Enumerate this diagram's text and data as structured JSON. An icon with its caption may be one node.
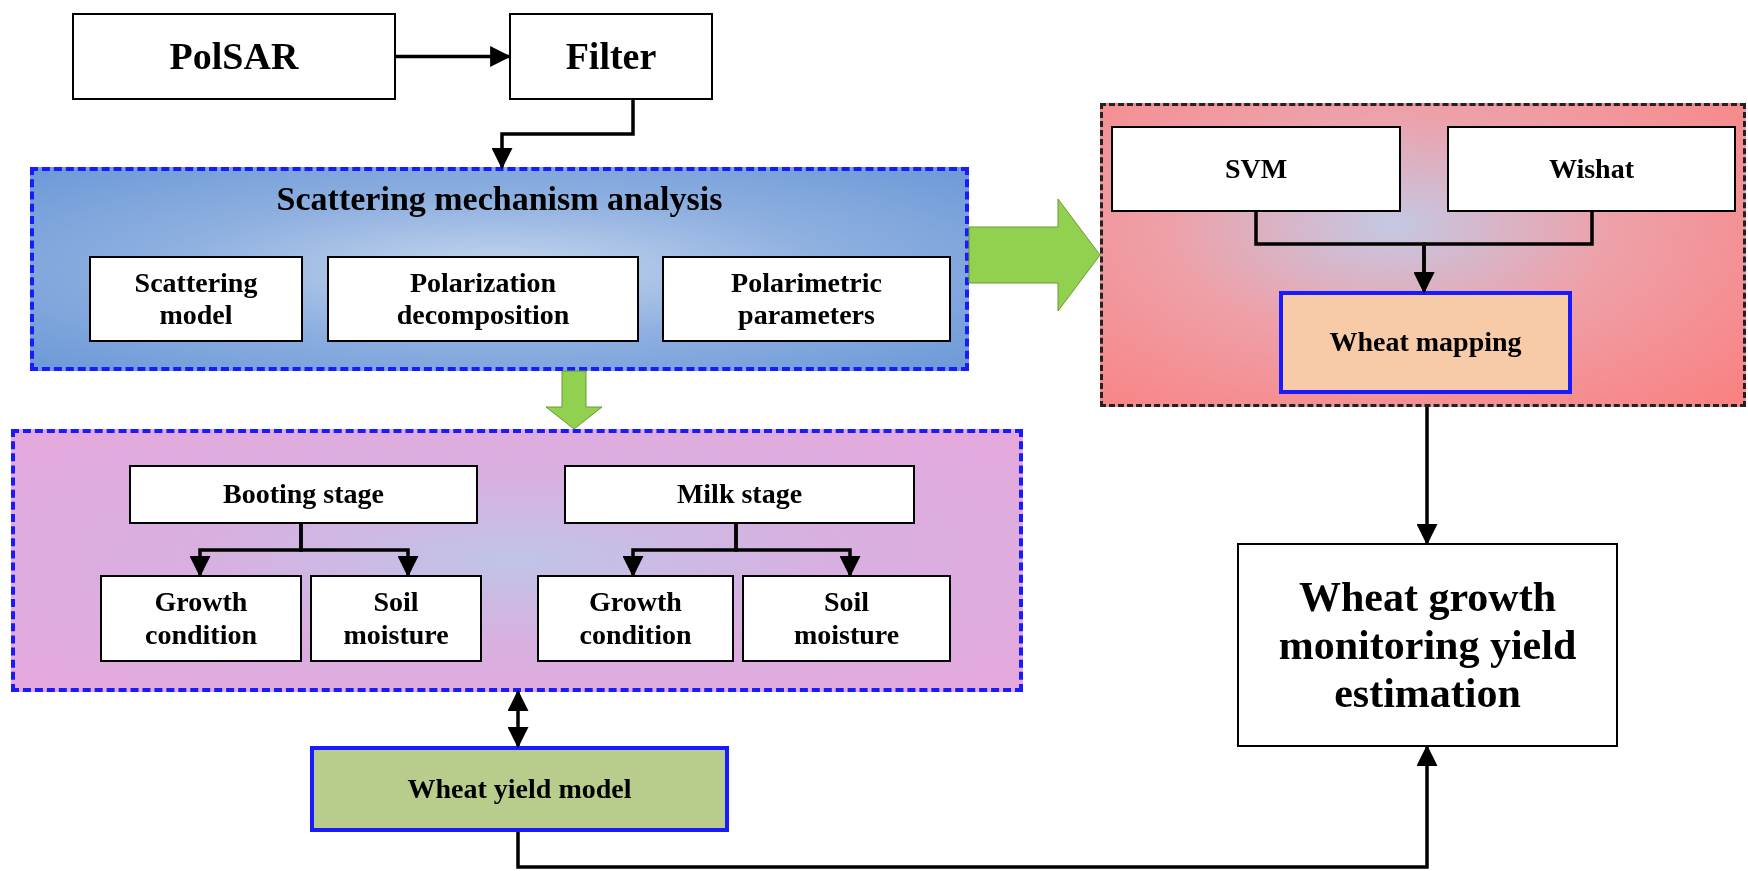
{
  "diagram": {
    "nodes": [
      {
        "text": [
          "PolSAR"
        ]
      },
      {
        "text": [
          "Filter"
        ]
      },
      {
        "text": [
          "Scattering mechanism analysis"
        ]
      },
      {
        "text": [
          "Scattering model"
        ],
        "in": 2
      },
      {
        "text": [
          "Polarization decomposition"
        ],
        "in": 2
      },
      {
        "text": [
          "Polarimetric parameters"
        ],
        "in": 2
      },
      {
        "text": [],
        "shape": "box"
      },
      {
        "text": [
          "SVM"
        ],
        "in": 6
      },
      {
        "text": [
          "Wishat"
        ],
        "in": 6
      },
      {
        "text": [
          "Wheat mapping"
        ],
        "in": 6
      },
      {
        "text": [],
        "shape": "box"
      },
      {
        "text": [
          "Booting stage"
        ],
        "in": 10
      },
      {
        "text": [
          "Growth condition"
        ],
        "in": 10
      },
      {
        "text": [
          "Soil moisture"
        ],
        "in": 10
      },
      {
        "text": [
          "Milk stage"
        ],
        "in": 10
      },
      {
        "text": [
          "Growth condition"
        ],
        "in": 10
      },
      {
        "text": [
          "Soil moisture"
        ],
        "in": 10
      },
      {
        "text": [
          "Wheat yield model"
        ]
      },
      {
        "text": [
          "Wheat growth monitoring yield estimation"
        ]
      }
    ],
    "edges": [
      {
        "from": 0,
        "to": 1,
        "arrow": "to"
      },
      {
        "from": 1,
        "to": 2,
        "arrow": "to"
      },
      {
        "from": 2,
        "to": 10,
        "arrow": "to",
        "style": "thick",
        "color": "#92d050"
      },
      {
        "from": 2,
        "to": 6,
        "arrow": "to",
        "style": "thick",
        "color": "#92d050"
      },
      {
        "from": 7,
        "to": 9,
        "arrow": "to"
      },
      {
        "from": 8,
        "to": 9,
        "arrow": "to"
      },
      {
        "from": 6,
        "to": 18,
        "arrow": "to"
      },
      {
        "from": 11,
        "to": 12,
        "arrow": "to"
      },
      {
        "from": 11,
        "to": 13,
        "arrow": "to"
      },
      {
        "from": 14,
        "to": 15,
        "arrow": "to"
      },
      {
        "from": 14,
        "to": 16,
        "arrow": "to"
      },
      {
        "from": 10,
        "to": 17,
        "arrow": "both"
      },
      {
        "from": 17,
        "to": 18,
        "arrow": "to"
      }
    ]
  }
}
